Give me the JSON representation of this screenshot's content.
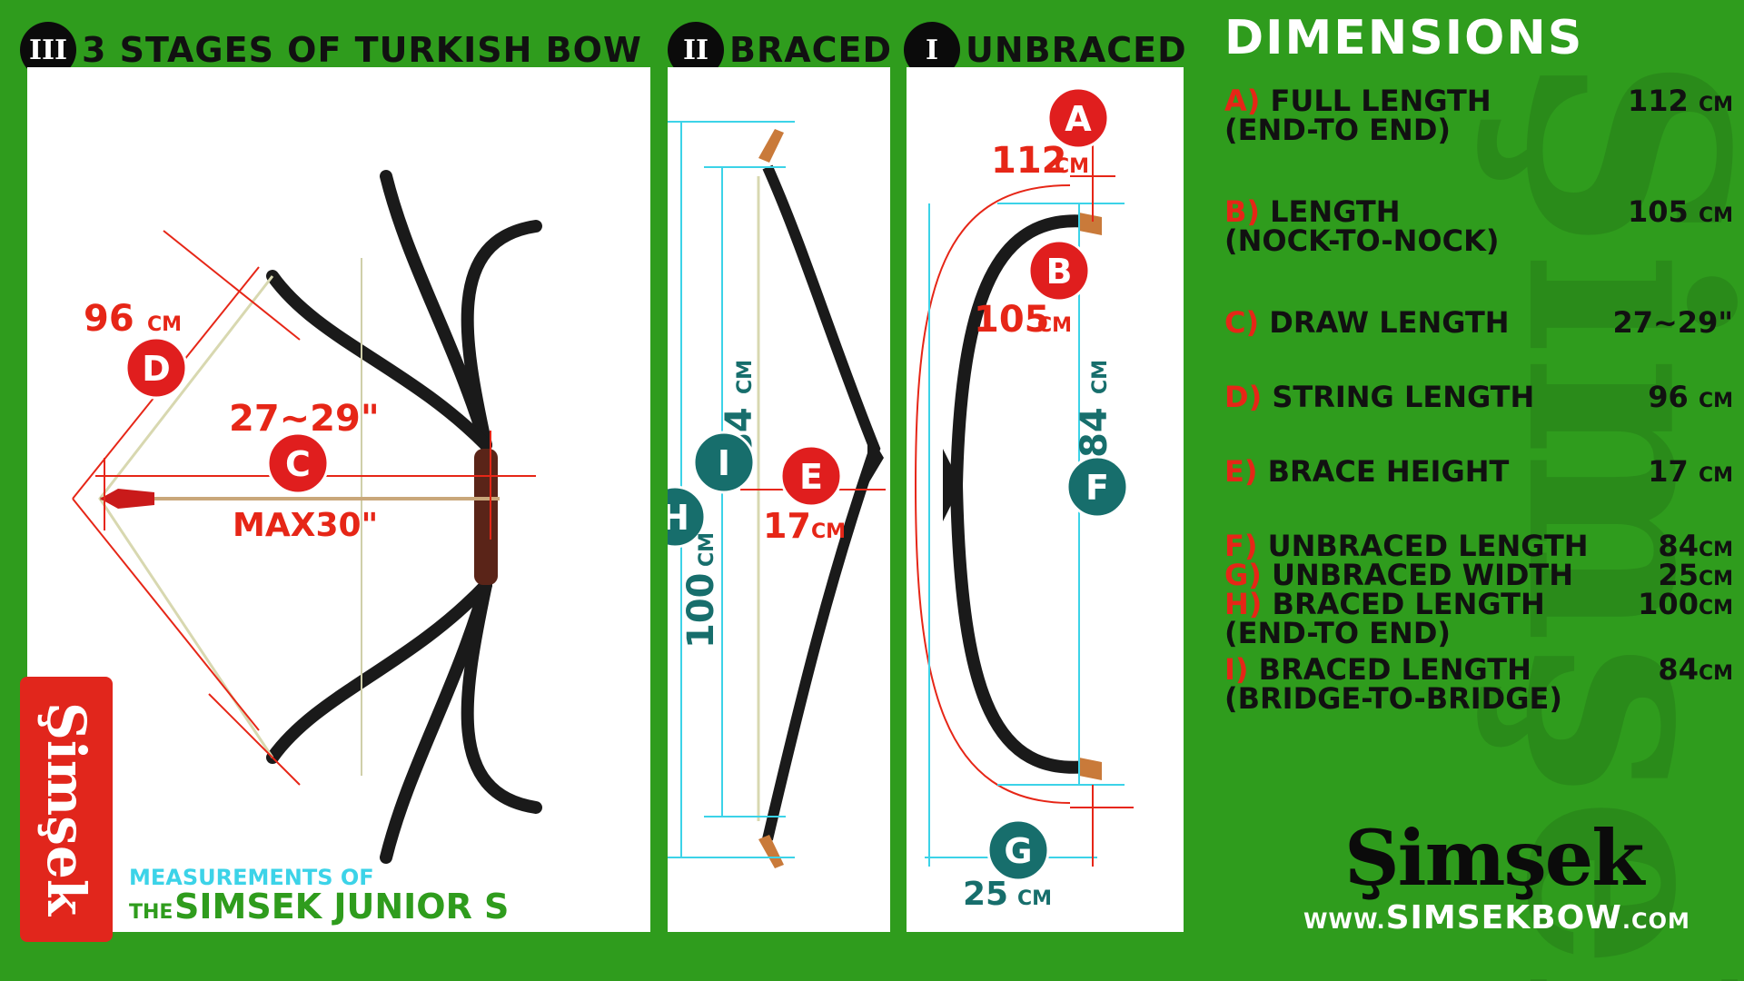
{
  "headers": {
    "stages": {
      "roman": "III",
      "title": "3 STAGES OF TURKISH BOW"
    },
    "braced": {
      "roman": "II",
      "title": "BRACED"
    },
    "unbraced": {
      "roman": "I",
      "title": "UNBRACED"
    }
  },
  "stages_panel": {
    "string_length": "96",
    "draw_length": "27~29\"",
    "max_draw": "MAX30\"",
    "marker_d": "D",
    "marker_c": "C",
    "caption_line1": "MEASUREMENTS OF",
    "caption_the": "THE",
    "caption_name": "SIMSEK JUNIOR S"
  },
  "braced_panel": {
    "bridge_length": "84",
    "brace_height": "17",
    "end_length": "100",
    "marker_i": "I",
    "marker_e": "E",
    "marker_h": "H"
  },
  "unbraced_panel": {
    "full_length": "112",
    "nock_length": "105",
    "unbraced_length": "84",
    "width": "25",
    "marker_a": "A",
    "marker_b": "B",
    "marker_f": "F",
    "marker_g": "G"
  },
  "unit": "CM",
  "dimensions": {
    "title": "DIMENSIONS",
    "rows": [
      {
        "letter": "A)",
        "label": "FULL LENGTH",
        "sub": "(END-TO END)",
        "value": "112",
        "unit": "CM"
      },
      {
        "letter": "B)",
        "label": "LENGTH",
        "sub": "(NOCK-TO-NOCK)",
        "value": "105",
        "unit": "CM"
      },
      {
        "letter": "C)",
        "label": "DRAW LENGTH",
        "sub": "",
        "value": "27~29\"",
        "unit": ""
      },
      {
        "letter": "D)",
        "label": "STRING LENGTH",
        "sub": "",
        "value": "96",
        "unit": "CM"
      },
      {
        "letter": "E)",
        "label": "BRACE HEIGHT",
        "sub": "",
        "value": "17",
        "unit": "CM"
      },
      {
        "letter": "F)",
        "label": "UNBRACED LENGTH",
        "sub": "",
        "value": "84",
        "unit": "CM"
      },
      {
        "letter": "G)",
        "label": "UNBRACED WIDTH",
        "sub": "",
        "value": "25",
        "unit": "CM"
      },
      {
        "letter": "H)",
        "label": "BRACED LENGTH",
        "sub": "(END-TO END)",
        "value": "100",
        "unit": "CM"
      },
      {
        "letter": "I)",
        "label": "BRACED LENGTH",
        "sub": "(BRIDGE-TO-BRIDGE)",
        "value": "84",
        "unit": "CM"
      }
    ]
  },
  "brand": {
    "logo_text": "Şimşek",
    "site_prefix": "WWW.",
    "site_name": "SIMSEKBOW",
    "site_suffix": ".COM"
  },
  "colors": {
    "background": "#2f9c1d",
    "accent_red": "#e62617",
    "marker_teal": "#176e6c",
    "dim_cyan": "#3cd3e8"
  }
}
